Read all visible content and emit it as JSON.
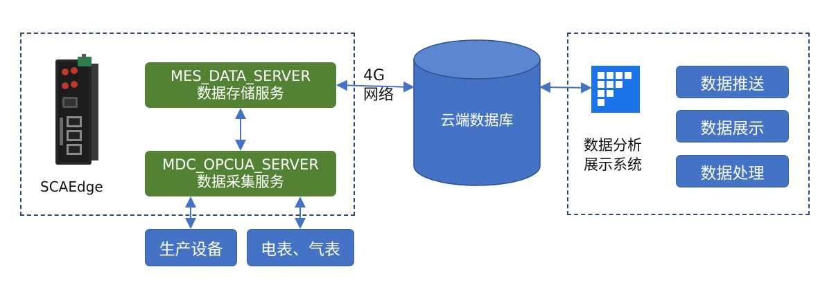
{
  "edge": {
    "device_label": "SCAEdge",
    "mes_server": {
      "line1": "MES_DATA_SERVER",
      "line2": "数据存储服务"
    },
    "mdc_server": {
      "line1": "MDC_OPCUA_SERVER",
      "line2": "数据采集服务"
    }
  },
  "network": {
    "line1": "4G",
    "line2": "网络"
  },
  "database": {
    "label": "云端数据库"
  },
  "devices": {
    "production": "生产设备",
    "meters": "电表、气表"
  },
  "analysis": {
    "label_line1": "数据分析",
    "label_line2": "展示系统",
    "icon": "grid-app-icon",
    "buttons": [
      "数据推送",
      "数据展示",
      "数据处理"
    ]
  },
  "colors": {
    "green": "#548235",
    "blue": "#4472c4",
    "dashed": "#2f4a7a",
    "arrow": "#4472c4"
  }
}
